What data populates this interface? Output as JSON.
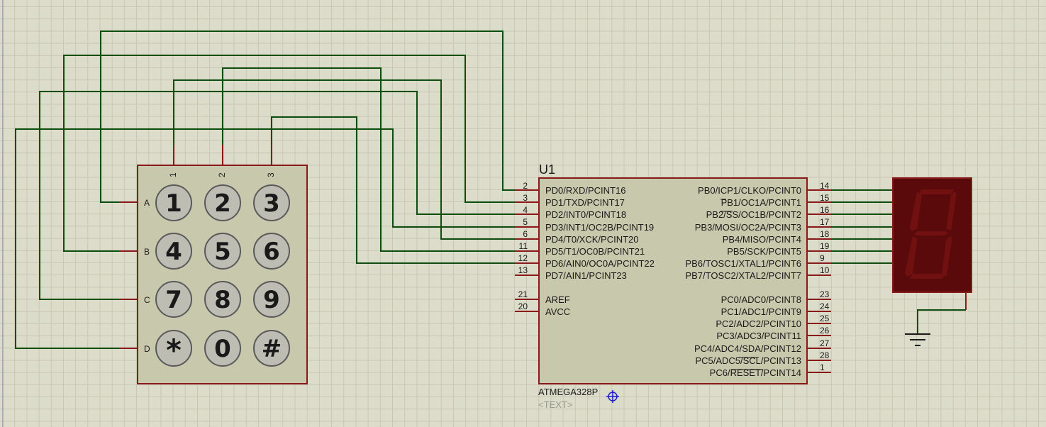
{
  "keypad": {
    "columns": [
      "1",
      "2",
      "3"
    ],
    "rows": [
      "A",
      "B",
      "C",
      "D"
    ],
    "keys": [
      "1",
      "2",
      "3",
      "4",
      "5",
      "6",
      "7",
      "8",
      "9",
      "*",
      "0",
      "#"
    ]
  },
  "mcu": {
    "reference": "U1",
    "part_number": "ATMEGA328P",
    "text_placeholder": "<TEXT>",
    "left_pins": [
      {
        "num": "2",
        "name": "PD0/RXD/PCINT16"
      },
      {
        "num": "3",
        "name": "PD1/TXD/PCINT17"
      },
      {
        "num": "4",
        "name": "PD2/INT0/PCINT18"
      },
      {
        "num": "5",
        "name": "PD3/INT1/OC2B/PCINT19"
      },
      {
        "num": "6",
        "name": "PD4/T0/XCK/PCINT20"
      },
      {
        "num": "11",
        "name": "PD5/T1/OC0B/PCINT21"
      },
      {
        "num": "12",
        "name": "PD6/AIN0/OC0A/PCINT22"
      },
      {
        "num": "13",
        "name": "PD7/AIN1/PCINT23"
      },
      {
        "num": "21",
        "name": "AREF"
      },
      {
        "num": "20",
        "name": "AVCC"
      }
    ],
    "right_pins": [
      {
        "num": "14",
        "name": "PB0/ICP1/CLKO/PCINT0"
      },
      {
        "num": "15",
        "name": "PB1/OC1A/PCINT1"
      },
      {
        "num": "16",
        "name": "PB2/SS/OC1B/PCINT2"
      },
      {
        "num": "17",
        "name": "PB3/MOSI/OC2A/PCINT3"
      },
      {
        "num": "18",
        "name": "PB4/MISO/PCINT4"
      },
      {
        "num": "19",
        "name": "PB5/SCK/PCINT5"
      },
      {
        "num": "9",
        "name": "PB6/TOSC1/XTAL1/PCINT6"
      },
      {
        "num": "10",
        "name": "PB7/TOSC2/XTAL2/PCINT7"
      },
      {
        "num": "23",
        "name": "PC0/ADC0/PCINT8"
      },
      {
        "num": "24",
        "name": "PC1/ADC1/PCINT9"
      },
      {
        "num": "25",
        "name": "PC2/ADC2/PCINT10"
      },
      {
        "num": "26",
        "name": "PC3/ADC3/PCINT11"
      },
      {
        "num": "27",
        "name": "PC4/ADC4/SDA/PCINT12"
      },
      {
        "num": "28",
        "name": "PC5/ADC5/SCL/PCINT13"
      },
      {
        "num": "1",
        "name": "PC6/RESET/PCINT14"
      }
    ]
  },
  "colors": {
    "background": "#dcdccb",
    "grid": "#c7c7b2",
    "wire": "#0f4d0f",
    "component_outline": "#8a1a1a",
    "component_fill": "#c8c8ac",
    "display_body": "#5a0a0a",
    "display_segment_off": "#701010"
  },
  "icons": {
    "origin_marker": "crosshair-icon",
    "ground": "ground-icon"
  }
}
